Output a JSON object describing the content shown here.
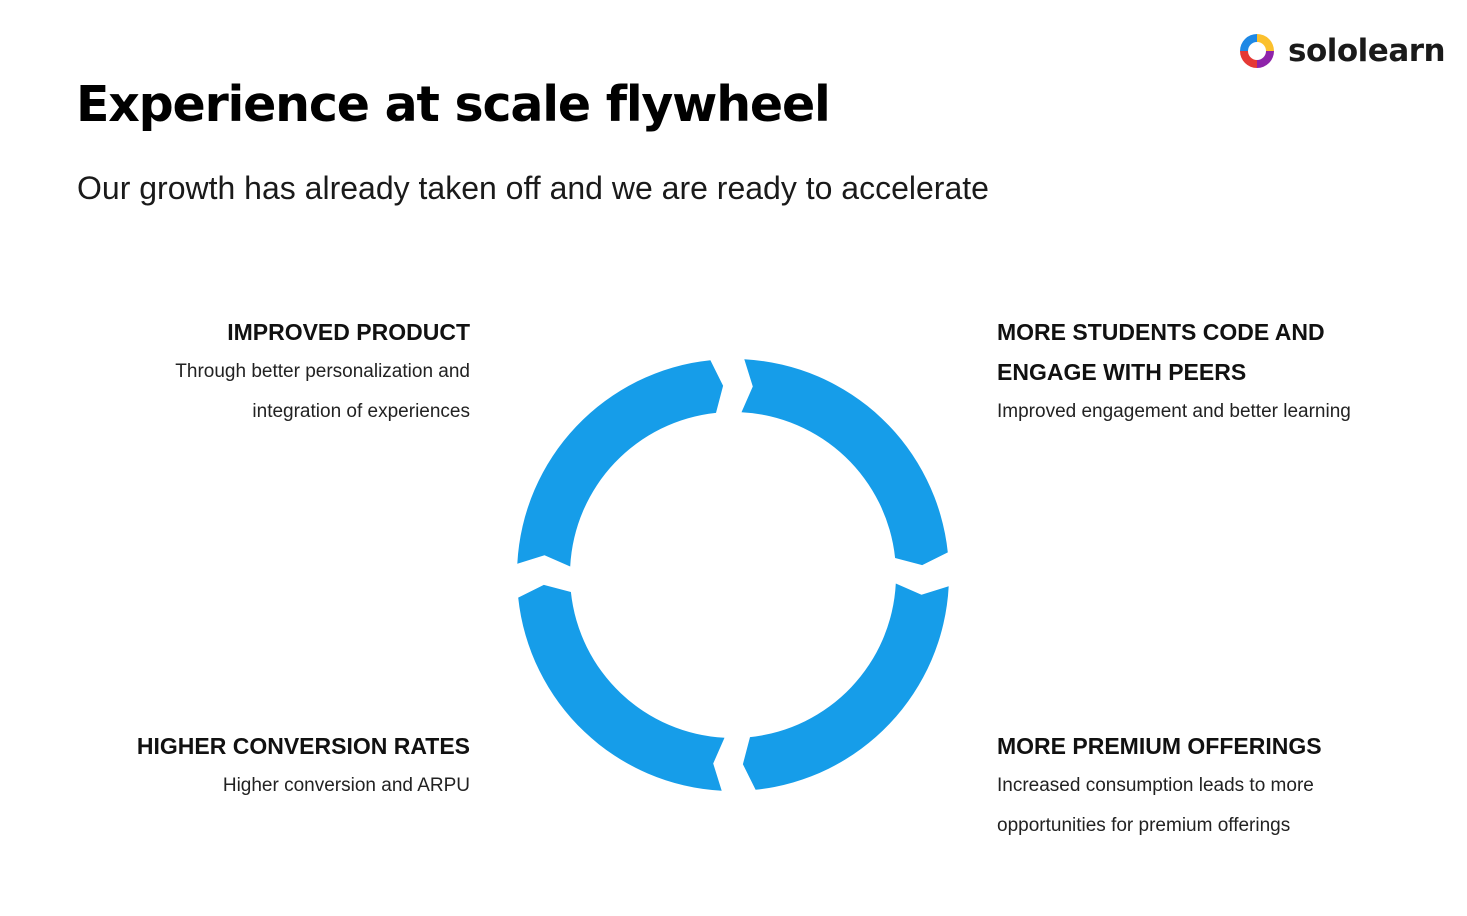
{
  "brand": {
    "name": "sololearn",
    "logo_colors": [
      "#1e88e5",
      "#fbc02d",
      "#e53935",
      "#8e24aa"
    ]
  },
  "slide": {
    "title": "Experience at scale flywheel",
    "subtitle": "Our growth has already taken off and we are ready to accelerate"
  },
  "flywheel": {
    "arrow_color": "#169de9",
    "stages": [
      {
        "position": "top-left",
        "heading": "IMPROVED PRODUCT",
        "lines": [
          "Through better personalization and",
          "integration of experiences"
        ]
      },
      {
        "position": "top-right",
        "heading_lines": [
          "MORE STUDENTS CODE AND",
          "ENGAGE WITH PEERS"
        ],
        "lines": [
          "Improved engagement and better learning"
        ]
      },
      {
        "position": "bottom-right",
        "heading": "MORE PREMIUM OFFERINGS",
        "lines": [
          "Increased consumption leads to more",
          "opportunities for premium offerings"
        ]
      },
      {
        "position": "bottom-left",
        "heading": "HIGHER CONVERSION RATES",
        "lines": [
          "Higher conversion and ARPU"
        ]
      }
    ]
  }
}
